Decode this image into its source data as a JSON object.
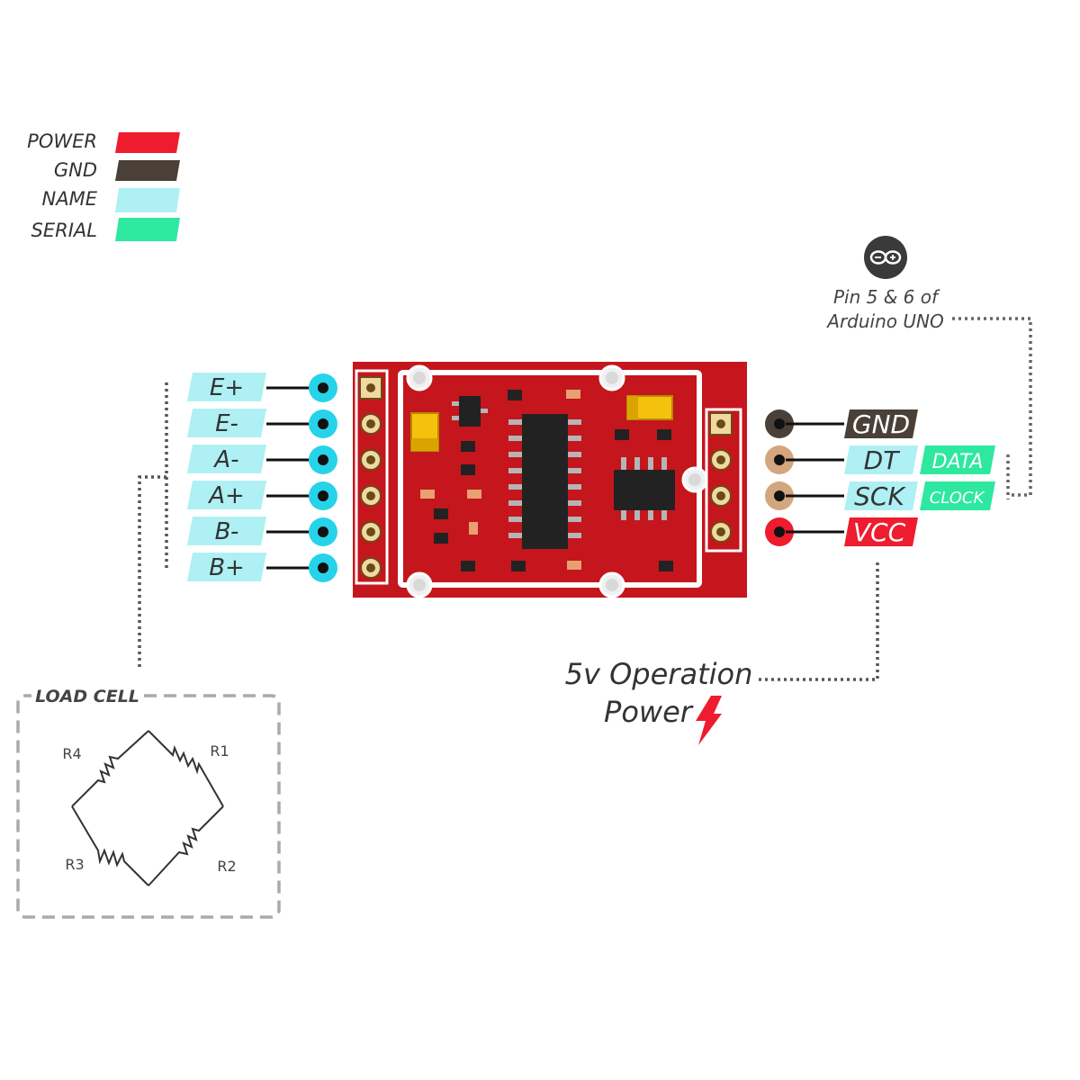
{
  "legend": {
    "items": [
      {
        "label": "POWER",
        "color": "#ee1c2e"
      },
      {
        "label": "GND",
        "color": "#4a4038"
      },
      {
        "label": "NAME",
        "color": "#aef0f4"
      },
      {
        "label": "SERIAL",
        "color": "#2ee8a0"
      }
    ]
  },
  "left_pins": [
    {
      "label": "E+"
    },
    {
      "label": "E-"
    },
    {
      "label": "A-"
    },
    {
      "label": "A+"
    },
    {
      "label": "B-"
    },
    {
      "label": "B+"
    }
  ],
  "right_pins": [
    {
      "label": "GND",
      "kind": "gnd",
      "serial": ""
    },
    {
      "label": "DT",
      "kind": "signal",
      "serial": "DATA"
    },
    {
      "label": "SCK",
      "kind": "signal",
      "serial": "CLOCK"
    },
    {
      "label": "VCC",
      "kind": "power",
      "serial": ""
    }
  ],
  "arduino": {
    "icon": "arduino-logo-icon",
    "line1": "Pin 5 & 6 of",
    "line2": "Arduino UNO"
  },
  "power_note": {
    "line1": "5v Operation",
    "line2": "Power",
    "icon": "lightning-bolt-icon"
  },
  "load_cell": {
    "title": "LOAD CELL",
    "resistors": [
      "R1",
      "R2",
      "R3",
      "R4"
    ]
  },
  "colors": {
    "board": "#c4161c",
    "pin_cyan": "#27d3e8",
    "pin_tan": "#d3a67f",
    "pin_gnd": "#4a4038",
    "pin_power": "#ee1c2e"
  }
}
